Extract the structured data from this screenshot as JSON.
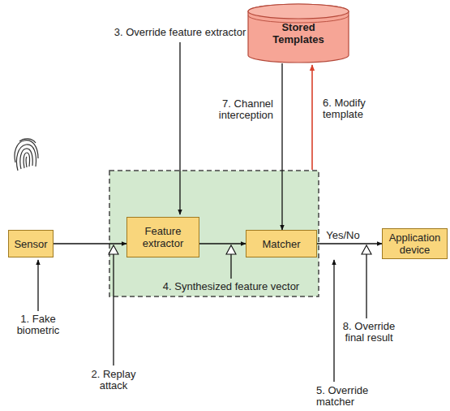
{
  "diagram": {
    "nodes": [
      {
        "text": [
          "Stored Templates"
        ]
      },
      {
        "text": [
          "Sensor"
        ]
      },
      {
        "text": [
          "Feature extractor"
        ]
      },
      {
        "text": [
          "Matcher"
        ]
      },
      {
        "text": [
          "Application device"
        ]
      }
    ],
    "edges": [
      {
        "from": 1,
        "to": 2,
        "arrow": "to"
      },
      {
        "from": 2,
        "to": 3,
        "arrow": "to"
      },
      {
        "from": 3,
        "to": 4,
        "label": "Yes/No",
        "arrow": "to"
      },
      {
        "from": 0,
        "to": 3,
        "arrow": "to"
      }
    ],
    "labels": [
      "3. Override feature extractor",
      "7. Channel interception",
      "6. Modify template",
      "4. Synthesized feature vector",
      "1. Fake biometric",
      "8. Override final result",
      "2. Replay attack",
      "5. Override matcher"
    ]
  }
}
